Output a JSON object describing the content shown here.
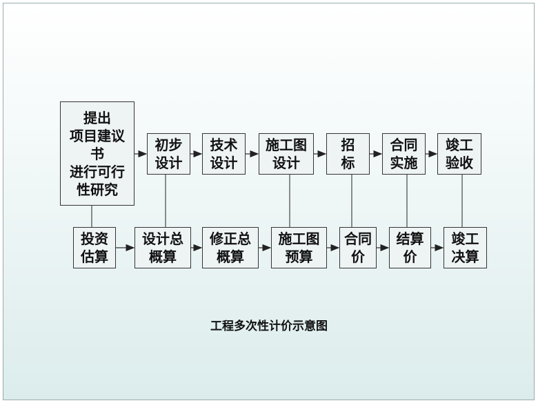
{
  "top_row": [
    {
      "label": "提出\n项目建议\n书\n进行可行\n性研究"
    },
    {
      "label": "初步\n设计"
    },
    {
      "label": "技术\n设计"
    },
    {
      "label": "施工图\n设计"
    },
    {
      "label": "招\n标"
    },
    {
      "label": "合同\n实施"
    },
    {
      "label": "竣工\n验收"
    }
  ],
  "bottom_row": [
    {
      "label": "投资\n估算"
    },
    {
      "label": "设计总\n概算"
    },
    {
      "label": "修正总\n概算"
    },
    {
      "label": "施工图\n预算"
    },
    {
      "label": "合同\n价"
    },
    {
      "label": "结算\n价"
    },
    {
      "label": "竣工\n决算"
    }
  ],
  "caption": "工程多次性计价示意图"
}
